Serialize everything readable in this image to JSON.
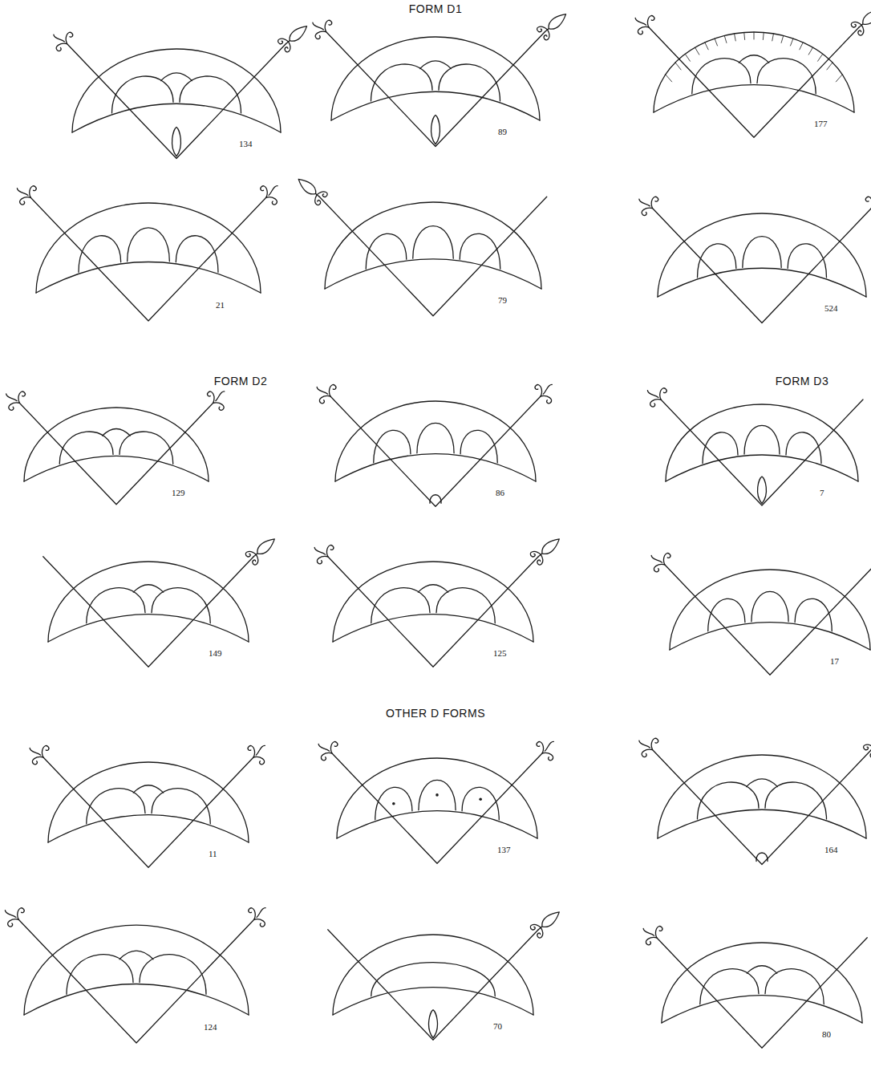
{
  "diagram": {
    "labels": [
      "FORM D1",
      "134",
      "89",
      "177",
      "21",
      "79",
      "524",
      "FORM D2",
      "129",
      "86",
      "FORM D3",
      "7",
      "149",
      "125",
      "17",
      "OTHER D FORMS",
      "11",
      "137",
      "164",
      "124",
      "70",
      "80"
    ]
  }
}
